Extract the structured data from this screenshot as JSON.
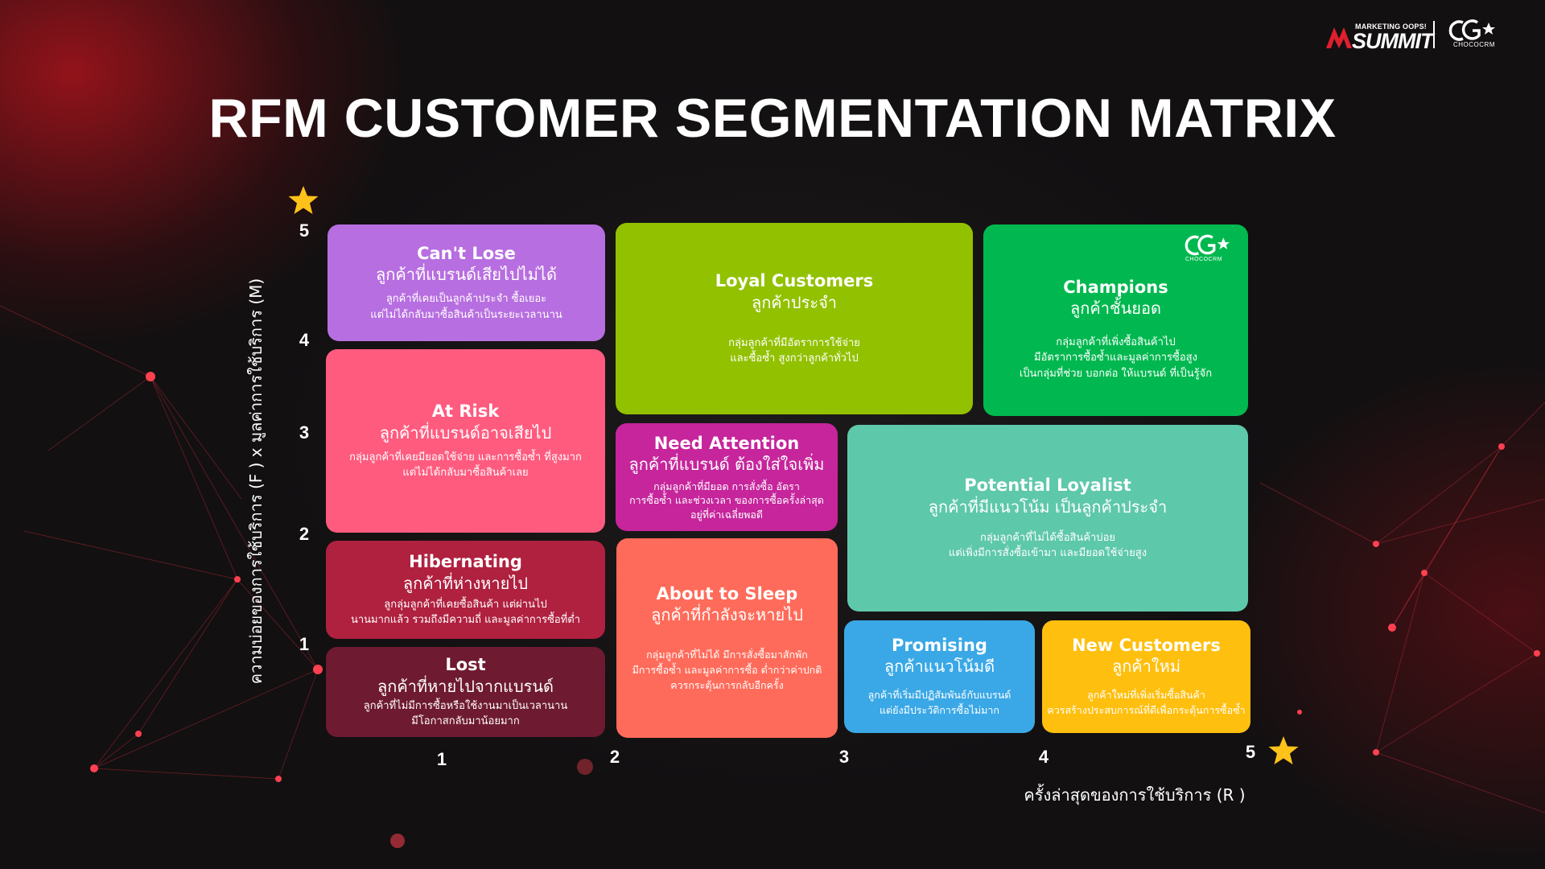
{
  "header": {
    "title": "RFM CUSTOMER SEGMENTATION MATRIX",
    "summit_logo_top": "MARKETING OOPS!",
    "summit_logo_main": "SUMMIT",
    "choco_logo_text": "CHOCOCRM"
  },
  "axes": {
    "y_label": "ความบ่อยของการใช้บริการ (F ) x มูลค่าการใช้บริการ (M)",
    "x_label": "ครั้งล่าสุดของการใช้บริการ (R )",
    "y_ticks": [
      "5",
      "4",
      "3",
      "2",
      "1"
    ],
    "x_ticks": [
      "1",
      "2",
      "3",
      "4",
      "5"
    ]
  },
  "segments": {
    "cant_lose": {
      "title_en": "Can't Lose",
      "title_th": "ลูกค้าที่แบรนด์เสียไปไม่ได้",
      "desc": [
        "ลูกค้าที่เคยเป็นลูกค้าประจำ ซื้อเยอะ",
        "แต่ไม่ได้กลับมาซื้อสินค้าเป็นระยะเวลานาน"
      ],
      "color": "#b76ee0"
    },
    "loyal": {
      "title_en": "Loyal Customers",
      "title_th": "ลูกค้าประจำ",
      "desc": [
        "กลุ่มลูกค้าที่มีอัตราการใช้จ่าย",
        "และซื้อซ้ำ สูงกว่าลูกค้าทั่วไป"
      ],
      "color": "#92c100"
    },
    "champions": {
      "title_en": "Champions",
      "title_th": "ลูกค้าชั้นยอด",
      "desc": [
        "กลุ่มลูกค้าที่เพิ่งซื้อสินค้าไป",
        "มีอัตราการซื้อซ้ำและมูลค่าการซื้อสูง",
        "เป็นกลุ่มที่ช่วย  บอกต่อ ให้แบรนด์ ที่เป็นรู้จัก"
      ],
      "color": "#00b84f"
    },
    "at_risk": {
      "title_en": "At Risk",
      "title_th": "ลูกค้าที่แบรนด์อาจเสียไป",
      "desc": [
        "กลุ่มลูกค้าที่เคยมียอดใช้จ่าย และการซื้อซ้ำ ที่สูงมาก",
        "แต่ไม่ได้กลับมาซื้อสินค้าเลย"
      ],
      "color": "#ff5b7f"
    },
    "need_attention": {
      "title_en": "Need Attention",
      "title_th": "ลูกค้าที่แบรนด์ ต้องใส่ใจเพิ่ม",
      "desc": [
        "กลุ่มลูกค้าที่มียอด การสั่งซื้อ อัตรา",
        "การซื้อซ้ำ และช่วงเวลา ของการซื้อครั้งล่าสุด",
        "อยู่ที่ค่าเฉลี่ยพอดี"
      ],
      "color": "#c6259c"
    },
    "potential_loyalist": {
      "title_en": "Potential Loyalist",
      "title_th": "ลูกค้าที่มีแนวโน้ม เป็นลูกค้าประจำ",
      "desc": [
        "กลุ่มลูกค้าที่ไม่ได้ซื้อสินค้าบ่อย",
        "แต่เพิ่งมีการสั่งซื้อเข้ามา และมียอดใช้จ่ายสูง"
      ],
      "color": "#5ec8aa"
    },
    "hibernating": {
      "title_en": "Hibernating",
      "title_th": "ลูกค้าที่ห่างหายไป",
      "desc": [
        "ลูกลุ่มลูกค้าที่เคยซื้อสินค้า แต่ผ่านไป",
        "นานมากแล้ว รวมถึงมีความถี่ และมูลค่าการซื้อที่ต่ำ"
      ],
      "color": "#b0203f"
    },
    "about_to_sleep": {
      "title_en": "About to Sleep",
      "title_th": "ลูกค้าที่กำลังจะหายไป",
      "desc": [
        "กลุ่มลูกค้าที่ไม่ได้ มีการสั่งซื้อมาสักพัก",
        "มีการซื้อซ้ำ และมูลค่าการซื้อ  ต่ำกว่าค่าปกติ",
        "ควรกระตุ้นการกลับอีกครั้ง"
      ],
      "color": "#ff6b5a"
    },
    "lost": {
      "title_en": "Lost",
      "title_th": "ลูกค้าที่หายไปจากแบรนด์",
      "desc": [
        "ลูกค้าที่ไม่มีการซื้อหรือใช้งานมาเป็นเวลานาน",
        "มีโอกาสกลับมาน้อยมาก"
      ],
      "color": "#6e1a30"
    },
    "promising": {
      "title_en": "Promising",
      "title_th": "ลูกค้าแนวโน้มดี",
      "desc": [
        "ลูกค้าที่เริ่มมีปฏิสัมพันธ์กับแบรนด์",
        "แต่ยังมีประวัติการซื้อไม่มาก"
      ],
      "color": "#3aa8e6"
    },
    "new_customers": {
      "title_en": "New Customers",
      "title_th": "ลูกค้าใหม่",
      "desc": [
        "ลูกค้าใหม่ที่เพิ่งเริ่มซื้อสินค้า",
        "ควรสร้างประสบการณ์ที่ดีเพื่อกระตุ้นการซื้อซ้ำ"
      ],
      "color": "#ffbf0f"
    }
  }
}
